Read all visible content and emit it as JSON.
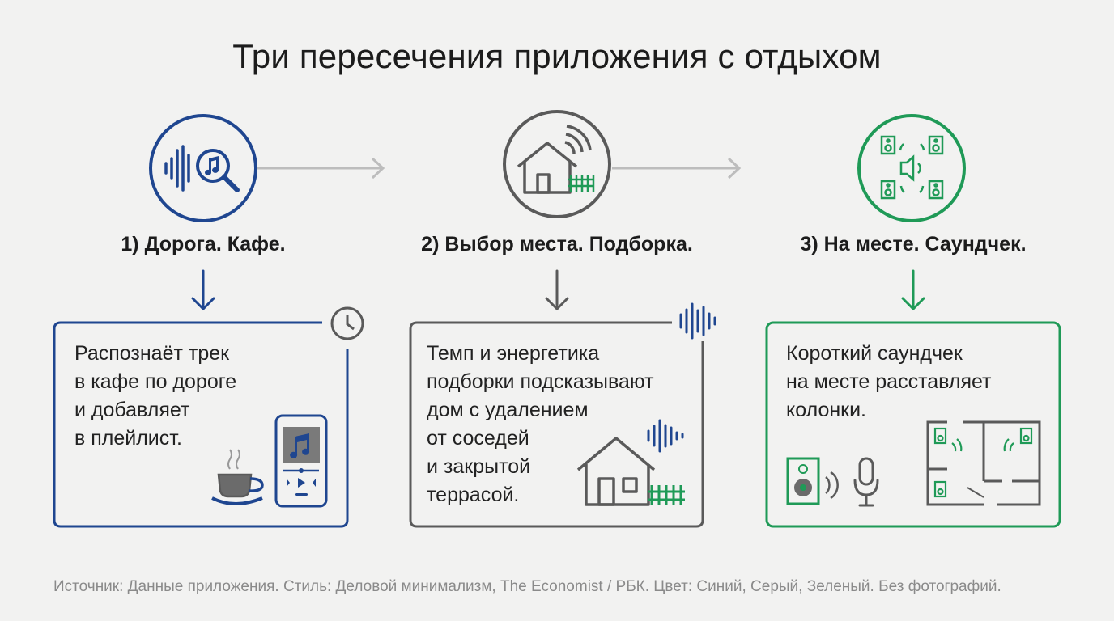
{
  "title": "Три пересечения приложения с отдыхом",
  "colors": {
    "blue": "#1f4690",
    "gray": "#5a5a5a",
    "green": "#1f9a57",
    "connector": "#bdbdbd"
  },
  "steps": [
    {
      "label": "1) Дорога. Кафе.",
      "icon": "sound-search-icon",
      "text": [
        "Распознаёт трек",
        "в кафе по дороге",
        "и добавляет",
        "в плейлист."
      ]
    },
    {
      "label": "2) Выбор места. Подборка.",
      "icon": "house-signal-icon",
      "text": [
        "Темп и энергетика",
        "подборки подсказывают",
        "дом с удалением",
        "от соседей",
        "и закрытой",
        "террасой."
      ]
    },
    {
      "label": "3) На месте. Саундчек.",
      "icon": "speakers-icon",
      "text": [
        "Короткий саундчек",
        "на месте расставляет",
        "колонки."
      ]
    }
  ],
  "source": "Источник: Данные приложения. Стиль: Деловой минимализм, The Economist / РБК. Цвет: Синий, Серый, Зеленый. Без фотографий."
}
